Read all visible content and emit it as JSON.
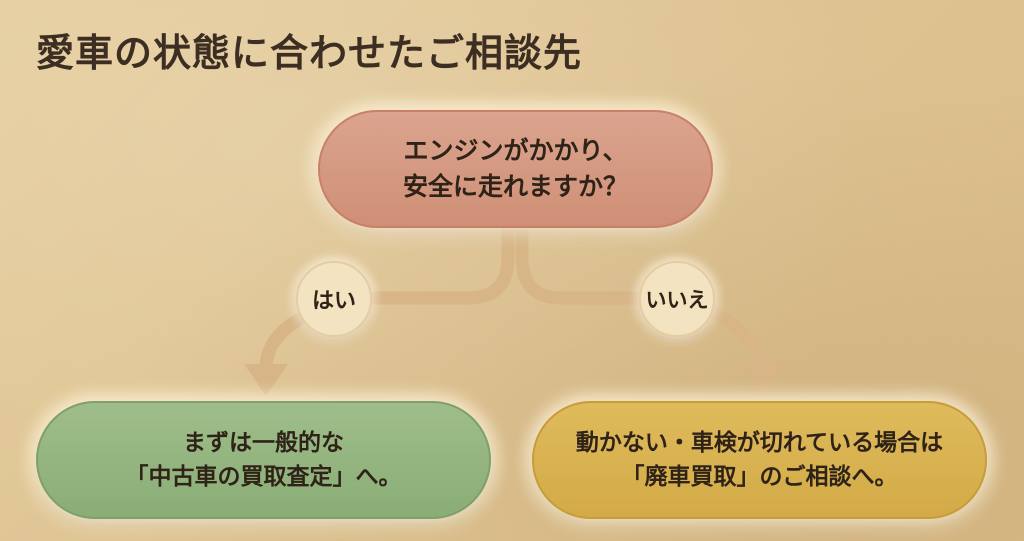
{
  "title": "愛車の状態に合わせたご相談先",
  "question": {
    "line1": "エンジンがかかり、",
    "line2": "安全に走れますか？"
  },
  "branches": {
    "yes_label": "はい",
    "no_label": "いいえ"
  },
  "outcomes": {
    "yes": {
      "line1": "まずは一般的な",
      "line2": "「中古車の買取査定」へ。"
    },
    "no": {
      "line1": "動かない・車検が切れている場合は",
      "line2": "「廃車買取」のご相談へ。"
    }
  },
  "colors": {
    "background": "#dfc493",
    "question": "#d59a82",
    "yes_outcome": "#94b580",
    "no_outcome": "#d9b352",
    "connector": "#d7b586",
    "badge": "#f4e3c0",
    "text": "#2f2318"
  }
}
